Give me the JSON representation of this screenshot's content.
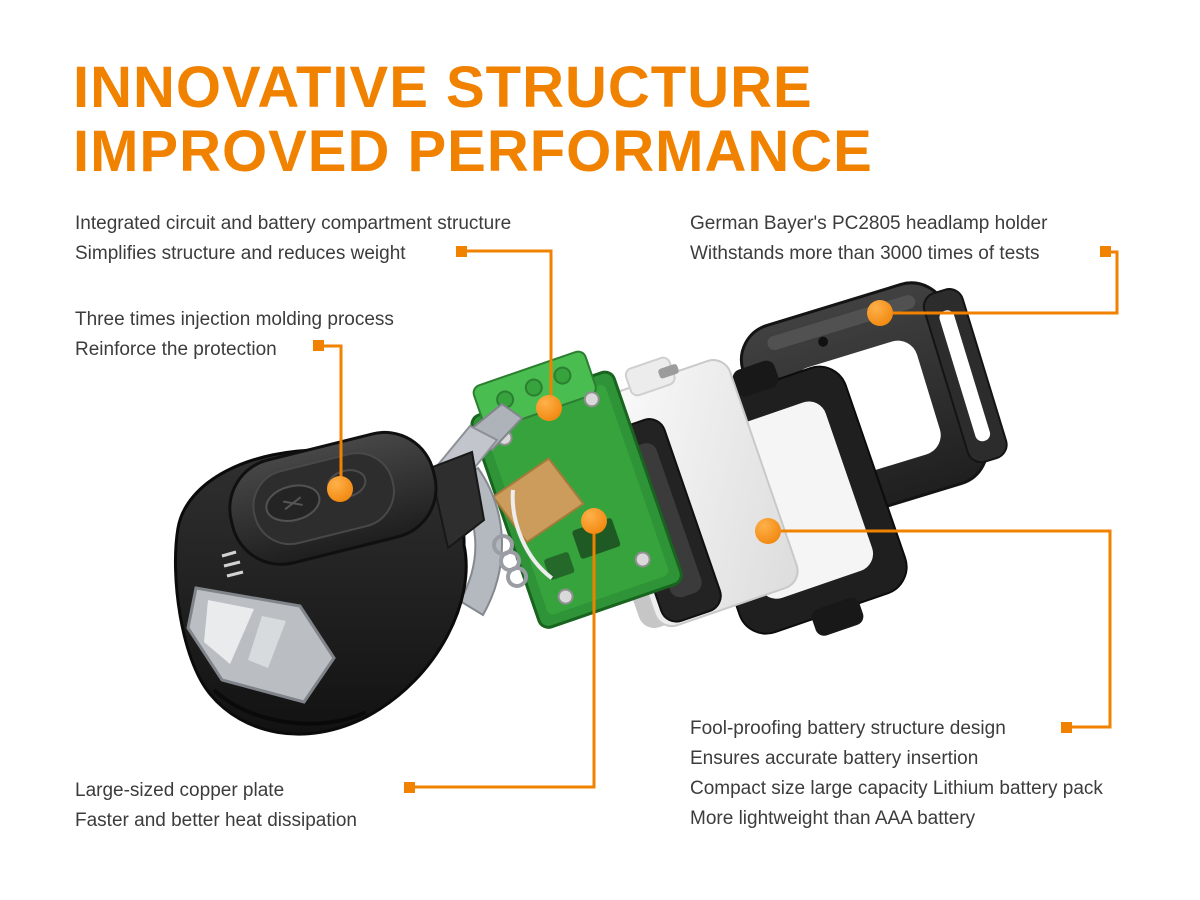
{
  "colors": {
    "accent": "#F08200",
    "text": "#3C3C3C",
    "background": "#FFFFFF",
    "pcb_green": "#37A33D",
    "copper": "#CB9C5C"
  },
  "title": {
    "line1": "INNOVATIVE STRUCTURE",
    "line2": "IMPROVED PERFORMANCE"
  },
  "annotations": [
    {
      "id": "integrated-circuit",
      "lines": [
        "Integrated circuit and battery compartment structure",
        "Simplifies structure and reduces weight"
      ]
    },
    {
      "id": "headlamp-holder",
      "lines": [
        "German Bayer's PC2805 headlamp holder",
        "Withstands more than 3000 times of tests"
      ]
    },
    {
      "id": "injection-molding",
      "lines": [
        "Three times injection molding process",
        "Reinforce the protection"
      ]
    },
    {
      "id": "copper-plate",
      "lines": [
        "Large-sized copper plate",
        "Faster and better heat dissipation"
      ]
    },
    {
      "id": "battery-structure",
      "lines": [
        "Fool-proofing battery structure design",
        "Ensures accurate battery insertion",
        "Compact size large capacity Lithium battery pack",
        "More lightweight than AAA battery"
      ]
    }
  ]
}
